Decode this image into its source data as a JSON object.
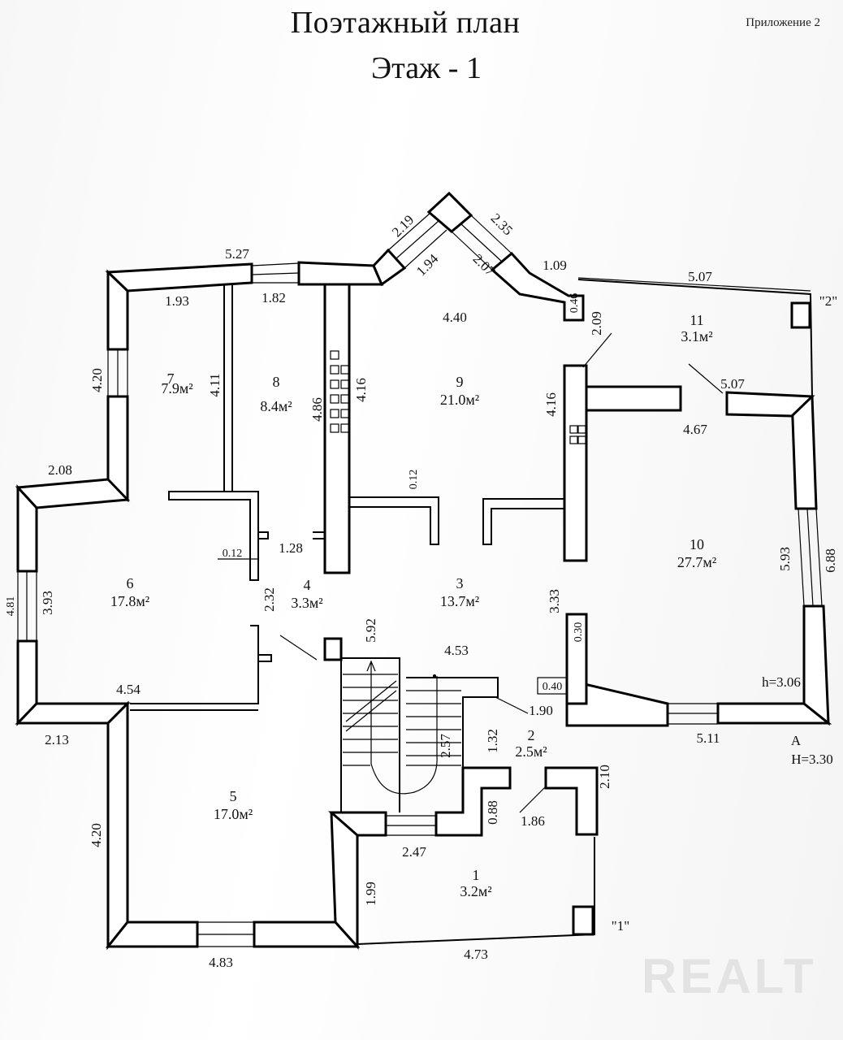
{
  "header": {
    "title": "Поэтажный план",
    "subtitle": "Этаж - 1",
    "appendix": "Приложение 2"
  },
  "rooms": [
    {
      "num": "1",
      "area": "3.2м²"
    },
    {
      "num": "2",
      "area": "2.5м²"
    },
    {
      "num": "3",
      "area": "13.7м²"
    },
    {
      "num": "4",
      "area": "3.3м²"
    },
    {
      "num": "5",
      "area": "17.0м²"
    },
    {
      "num": "6",
      "area": "17.8м²"
    },
    {
      "num": "7",
      "area": "7.9м²"
    },
    {
      "num": "8",
      "area": "8.4м²"
    },
    {
      "num": "9",
      "area": "21.0м²"
    },
    {
      "num": "10",
      "area": "27.7м²"
    },
    {
      "num": "11",
      "area": "3.1м²"
    }
  ],
  "dimensions": {
    "top_527": "5.27",
    "d_193": "1.93",
    "d_182": "1.82",
    "d_219": "2.19",
    "d_235": "2.35",
    "d_194": "1.94",
    "d_207": "2.07",
    "d_109": "1.09",
    "d_507_top": "5.07",
    "d_046": "0.46",
    "d_440": "4.40",
    "d_209": "2.09",
    "d_420_left": "4.20",
    "d_411": "4.11",
    "d_486": "4.86",
    "d_416_a": "4.16",
    "d_416_b": "4.16",
    "d_507_mid": "5.07",
    "d_467": "4.67",
    "d_208": "2.08",
    "d_012_a": "0.12",
    "d_012_b": "0.12",
    "d_128": "1.28",
    "d_481": "4.81",
    "d_393": "3.93",
    "d_232": "2.32",
    "d_593": "5.93",
    "d_688": "6.88",
    "d_592": "5.92",
    "d_453": "4.53",
    "d_333": "3.33",
    "d_030": "0.30",
    "d_040": "0.40",
    "d_454": "4.54",
    "d_213": "2.13",
    "d_190": "1.90",
    "d_132": "1.32",
    "d_257": "2.57",
    "d_511": "5.11",
    "d_210": "2.10",
    "d_088": "0.88",
    "d_186": "1.86",
    "d_247": "2.47",
    "d_420_bottom": "4.20",
    "d_199": "1.99",
    "d_483": "4.83",
    "d_473": "4.73"
  },
  "heights": {
    "h": "h=3.06",
    "H": "H=3.30",
    "corner": "A"
  },
  "markers": {
    "m1": "\"1\"",
    "m2": "\"2\""
  },
  "watermark": "REALT"
}
